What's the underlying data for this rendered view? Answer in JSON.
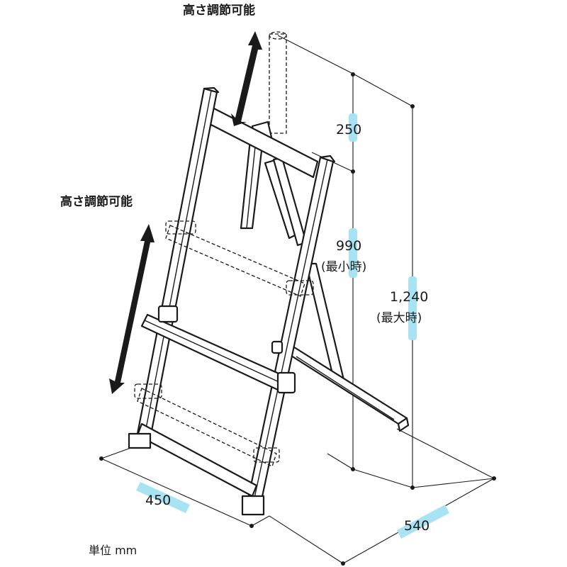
{
  "labels": {
    "height_adjust_top": "高さ調節可能",
    "height_adjust_left": "高さ調節可能",
    "dim_top_extension": "250",
    "dim_min_height": "990",
    "dim_min_height_note": "(最小時)",
    "dim_max_height": "1,240",
    "dim_max_height_note": "(最大時)",
    "dim_width": "450",
    "dim_depth": "540",
    "unit": "単位 mm"
  },
  "colors": {
    "line": "#1a1a1a",
    "dimension_highlight": "#a8e3f3",
    "background": "#ffffff"
  },
  "icons": [
    "double-arrow-icon",
    "easel-drawing"
  ]
}
